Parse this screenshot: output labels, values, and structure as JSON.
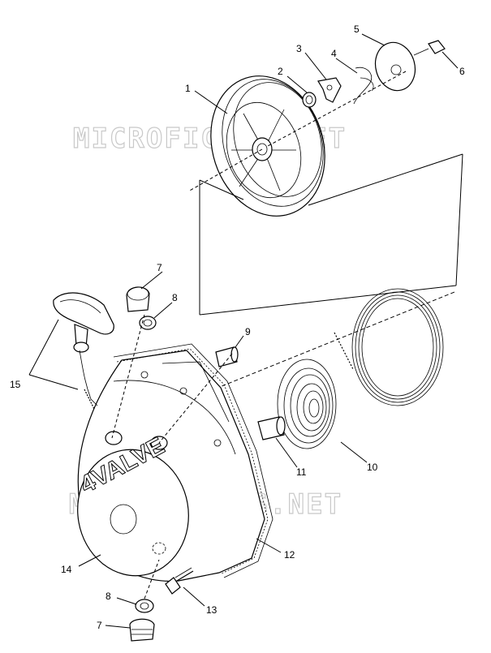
{
  "watermark": {
    "text_top": "MICROFICHES.NET",
    "text_bottom": "MICROFICHES.NET"
  },
  "cover_text": "4VALVE",
  "callouts": {
    "n1": "1",
    "n2": "2",
    "n3": "3",
    "n4": "4",
    "n5": "5",
    "n6": "6",
    "n7a": "7",
    "n8a": "8",
    "n9": "9",
    "n10": "10",
    "n11": "11",
    "n12": "12",
    "n13": "13",
    "n14": "14",
    "n15": "15",
    "n8b": "8",
    "n7b": "7"
  }
}
